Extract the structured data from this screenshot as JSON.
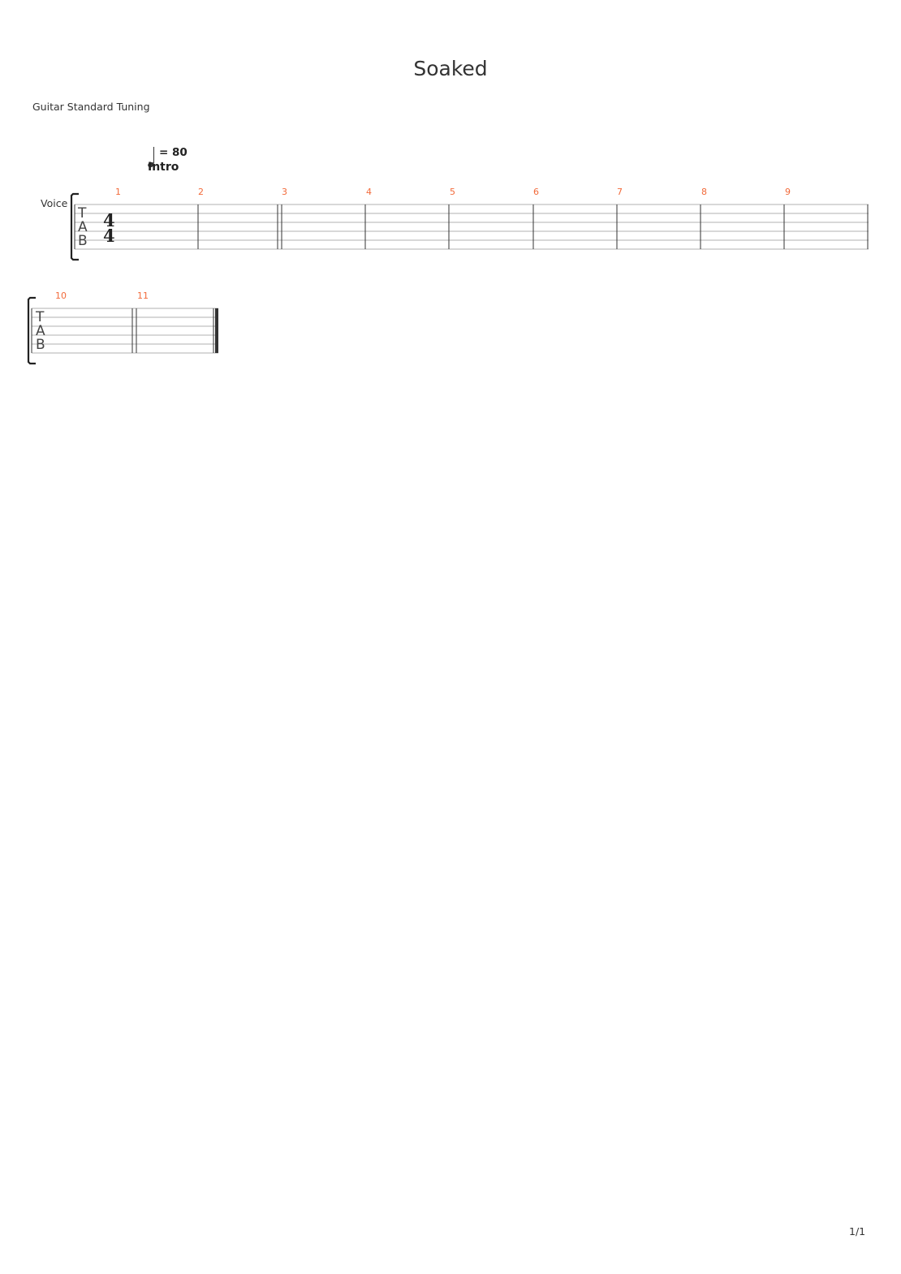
{
  "song": {
    "title": "Soaked",
    "tuning": "Guitar Standard Tuning"
  },
  "tempo": {
    "text": "= 80"
  },
  "section": {
    "label": "Intro"
  },
  "track": {
    "name": "Voice"
  },
  "tab_clef": [
    "T",
    "A",
    "B"
  ],
  "time_signature": {
    "numerator": "4",
    "denominator": "4"
  },
  "systems": [
    {
      "bars": [
        "1",
        "2",
        "3",
        "4",
        "5",
        "6",
        "7",
        "8",
        "9"
      ]
    },
    {
      "bars": [
        "10",
        "11"
      ]
    }
  ],
  "colors": {
    "bar_number": "#f26a3a",
    "staff_line": "#999999",
    "barline": "#333333"
  },
  "page": {
    "number": "1/1"
  }
}
